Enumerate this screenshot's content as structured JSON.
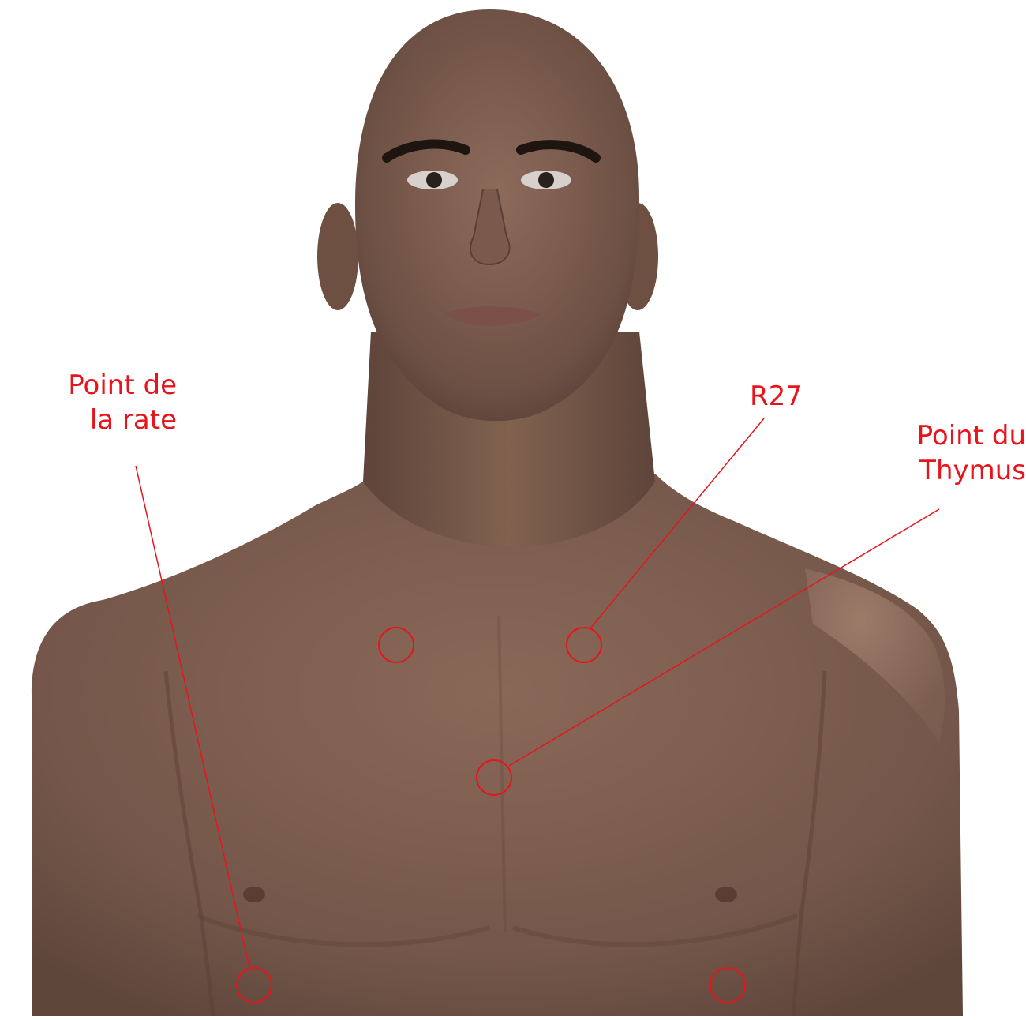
{
  "colors": {
    "annotation": "#e8141c",
    "skin": "#7a5b4f",
    "skin_light": "#9a7867",
    "skin_dark": "#5a3f34",
    "background": "#ffffff"
  },
  "labels": {
    "spleen_point": {
      "line1": "Point de",
      "line2": "la rate"
    },
    "r27": "R27",
    "thymus_point": {
      "line1": "Point du",
      "line2": "Thymus"
    }
  }
}
